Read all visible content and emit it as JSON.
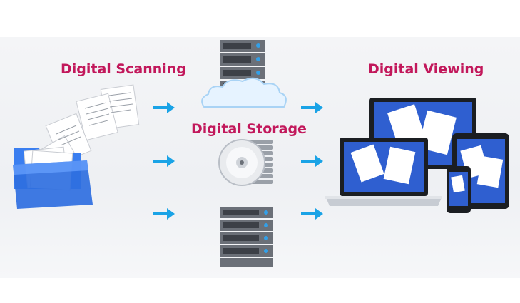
{
  "labels": {
    "scanning": "Digital Scanning",
    "storage": "Digital Storage",
    "viewing": "Digital Viewing"
  },
  "colors": {
    "title": "#c2185b",
    "arrow": "#1aa3e6",
    "folder": "#2f6fe0",
    "screen": "#2f5fd0"
  }
}
